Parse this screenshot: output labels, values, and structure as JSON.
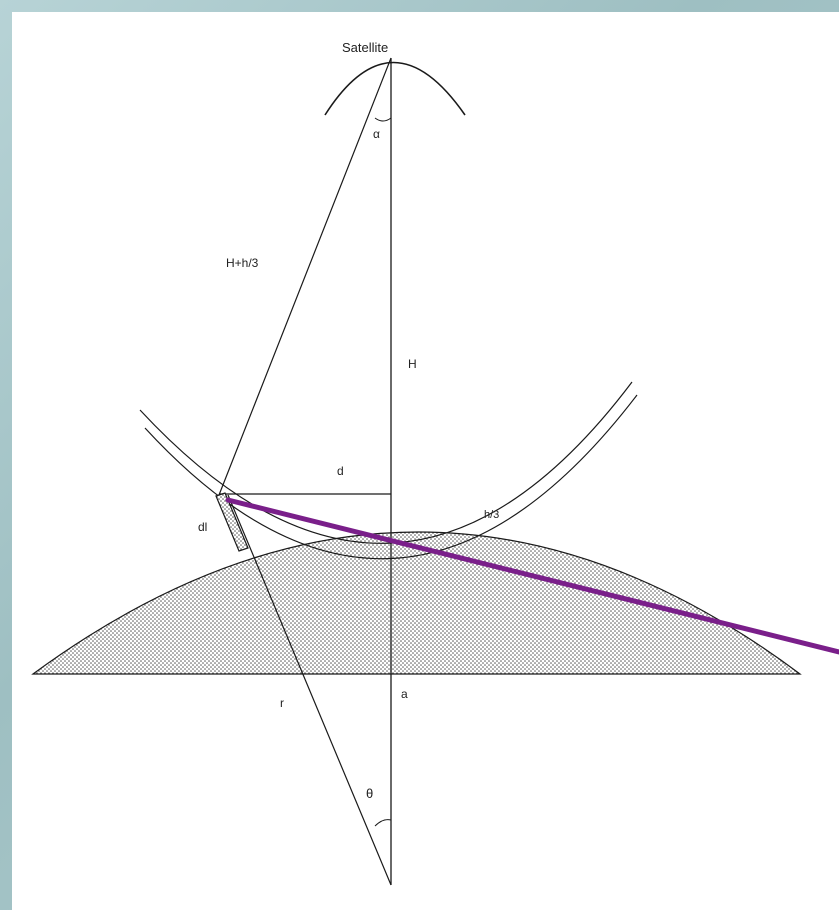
{
  "diagram": {
    "labels": {
      "satellite": "Satellite",
      "alpha": "α",
      "slant": "H+h/3",
      "height": "H",
      "distance": "d",
      "h_top": "h/3",
      "dl": "dl",
      "r_left": "r",
      "r_right": "a",
      "theta": "θ"
    },
    "colors": {
      "stroke": "#1a1a1a",
      "stipple": "#555555",
      "highlight": "#7a1f8a",
      "frame": "#a9c6c9"
    }
  }
}
